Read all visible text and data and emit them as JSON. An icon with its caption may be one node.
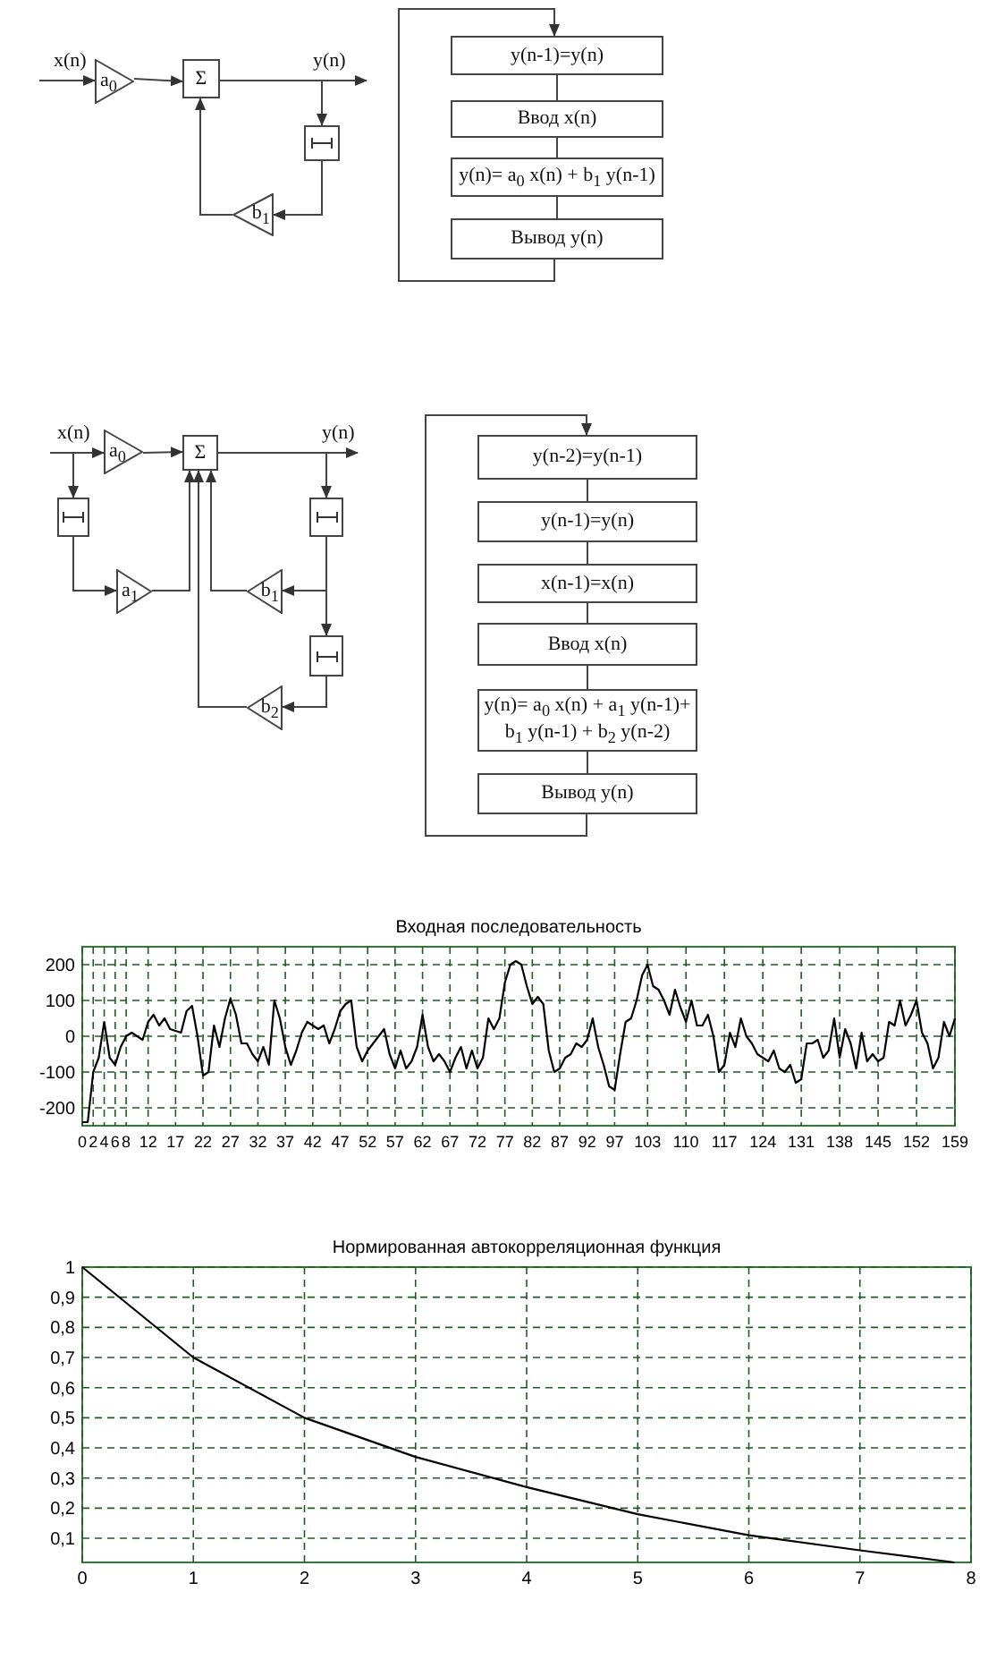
{
  "diagram": {
    "nodes": [
      {
        "text": [
          "a$_{0}$"
        ]
      },
      {
        "text": [
          "Σ"
        ]
      },
      {
        "text": [],
        "shape": "box"
      },
      {
        "text": [
          "b$_{1}$"
        ]
      },
      {
        "text": [
          "y(n-1)=y(n)"
        ]
      },
      {
        "text": [
          "Ввод x(n)"
        ]
      },
      {
        "text": [
          "y(n)= a$_{0}$ x(n) + b$_{1}$ y(n-1)"
        ]
      },
      {
        "text": [
          "Вывод y(n)"
        ]
      },
      {
        "text": [
          "a$_{0}$"
        ]
      },
      {
        "text": [
          "Σ"
        ]
      },
      {
        "text": [],
        "shape": "box"
      },
      {
        "text": [
          "a$_{1}$"
        ]
      },
      {
        "text": [],
        "shape": "box"
      },
      {
        "text": [
          "b$_{1}$"
        ]
      },
      {
        "text": [],
        "shape": "box"
      },
      {
        "text": [
          "b$_{2}$"
        ]
      },
      {
        "text": [
          "y(n-2)=y(n-1)"
        ]
      },
      {
        "text": [
          "y(n-1)=y(n)"
        ]
      },
      {
        "text": [
          "x(n-1)=x(n)"
        ]
      },
      {
        "text": [
          "Ввод x(n)"
        ]
      },
      {
        "text": [
          "y(n)= a$_{0}$ x(n) + a$_{1}$ y(n-1)+ b$_{1}$ y(n-1) + b$_{2}$ y(n-2)"
        ]
      },
      {
        "text": [
          "Вывод y(n)"
        ]
      }
    ],
    "edges": [
      {
        "from": null,
        "to": 0,
        "arrow": "to",
        "label": "x(n)"
      },
      {
        "from": 0,
        "to": 1,
        "arrow": "to"
      },
      {
        "from": 1,
        "to": null,
        "arrow": "to",
        "label": "y(n)"
      },
      {
        "from": 1,
        "to": 2,
        "arrow": "to"
      },
      {
        "from": 2,
        "to": 3,
        "arrow": "to"
      },
      {
        "from": 3,
        "to": 1,
        "arrow": "to"
      },
      {
        "from": 4,
        "to": 5,
        "arrow": "none"
      },
      {
        "from": 5,
        "to": 6,
        "arrow": "none"
      },
      {
        "from": 6,
        "to": 7,
        "arrow": "none"
      },
      {
        "from": 7,
        "to": 4,
        "arrow": "to"
      },
      {
        "from": null,
        "to": 8,
        "arrow": "to",
        "label": "x(n)"
      },
      {
        "from": null,
        "to": 10,
        "arrow": "to"
      },
      {
        "from": 8,
        "to": 9,
        "arrow": "to"
      },
      {
        "from": 10,
        "to": 11,
        "arrow": "to"
      },
      {
        "from": 11,
        "to": 9,
        "arrow": "to"
      },
      {
        "from": 9,
        "to": null,
        "arrow": "to",
        "label": "y(n)"
      },
      {
        "from": 9,
        "to": 12,
        "arrow": "to"
      },
      {
        "from": 12,
        "to": 13,
        "arrow": "to"
      },
      {
        "from": 12,
        "to": 14,
        "arrow": "to"
      },
      {
        "from": 13,
        "to": 9,
        "arrow": "to"
      },
      {
        "from": 14,
        "to": 15,
        "arrow": "to"
      },
      {
        "from": 15,
        "to": 9,
        "arrow": "to"
      },
      {
        "from": 16,
        "to": 17,
        "arrow": "none"
      },
      {
        "from": 17,
        "to": 18,
        "arrow": "none"
      },
      {
        "from": 18,
        "to": 19,
        "arrow": "none"
      },
      {
        "from": 19,
        "to": 20,
        "arrow": "none"
      },
      {
        "from": 20,
        "to": 21,
        "arrow": "none"
      },
      {
        "from": 21,
        "to": 16,
        "arrow": "to"
      }
    ],
    "chart_data": [
      {
        "type": "line",
        "title": "Входная последовательность",
        "ylim": [
          -250,
          250
        ],
        "grid": true,
        "categories": [
          "0",
          null,
          "2",
          null,
          "4",
          null,
          "6",
          null,
          "8",
          null,
          null,
          null,
          "12",
          null,
          null,
          null,
          null,
          "17",
          null,
          null,
          null,
          null,
          "22",
          null,
          null,
          null,
          null,
          "27",
          null,
          null,
          null,
          null,
          "32",
          null,
          null,
          null,
          null,
          "37",
          null,
          null,
          null,
          null,
          "42",
          null,
          null,
          null,
          null,
          "47",
          null,
          null,
          null,
          null,
          "52",
          null,
          null,
          null,
          null,
          "57",
          null,
          null,
          null,
          null,
          "62",
          null,
          null,
          null,
          null,
          "67",
          null,
          null,
          null,
          null,
          "72",
          null,
          null,
          null,
          null,
          "77",
          null,
          null,
          null,
          null,
          "82",
          null,
          null,
          null,
          null,
          "87",
          null,
          null,
          null,
          null,
          "92",
          null,
          null,
          null,
          null,
          "97",
          null,
          null,
          null,
          null,
          null,
          "103",
          null,
          null,
          null,
          null,
          null,
          null,
          "110",
          null,
          null,
          null,
          null,
          null,
          null,
          "117",
          null,
          null,
          null,
          null,
          null,
          null,
          "124",
          null,
          null,
          null,
          null,
          null,
          null,
          "131",
          null,
          null,
          null,
          null,
          null,
          null,
          "138",
          null,
          null,
          null,
          null,
          null,
          null,
          "145",
          null,
          null,
          null,
          null,
          null,
          null,
          "152",
          null,
          null,
          null,
          null,
          null,
          null,
          "159"
        ],
        "yticks": [
          -200,
          -100,
          0,
          100,
          200
        ],
        "series": [
          {
            "color": "#000000",
            "values": [
              -240,
              -240,
              -100,
              -60,
              40,
              -60,
              -80,
              -30,
              0,
              10,
              0,
              -10,
              40,
              60,
              30,
              50,
              20,
              15,
              10,
              70,
              85,
              0,
              -110,
              -100,
              30,
              -30,
              50,
              105,
              60,
              -20,
              -20,
              -50,
              -70,
              -30,
              -80,
              100,
              50,
              -30,
              -80,
              -40,
              10,
              40,
              30,
              20,
              30,
              -20,
              20,
              70,
              90,
              100,
              -30,
              -70,
              -40,
              -20,
              0,
              20,
              -50,
              -90,
              -40,
              -90,
              -70,
              -30,
              60,
              -30,
              -70,
              -50,
              -70,
              -100,
              -60,
              -30,
              -90,
              -40,
              -90,
              -60,
              50,
              20,
              50,
              150,
              200,
              210,
              200,
              140,
              90,
              110,
              90,
              -40,
              -100,
              -90,
              -60,
              -50,
              -20,
              -30,
              -10,
              50,
              -30,
              -80,
              -140,
              -150,
              -50,
              40,
              50,
              100,
              170,
              200,
              140,
              130,
              100,
              60,
              130,
              80,
              40,
              100,
              30,
              30,
              60,
              0,
              -100,
              -80,
              10,
              -30,
              50,
              0,
              -20,
              -50,
              -60,
              -70,
              -40,
              -90,
              -100,
              -80,
              -130,
              -120,
              -20,
              -20,
              -10,
              -60,
              -40,
              50,
              -60,
              20,
              -20,
              -90,
              10,
              -70,
              -50,
              -70,
              -60,
              40,
              30,
              100,
              30,
              60,
              100,
              10,
              -20,
              -90,
              -60,
              40,
              0,
              50
            ]
          }
        ]
      },
      {
        "type": "line",
        "title": "Нормированная автокорреляционная функция",
        "xlim": [
          0,
          8
        ],
        "ylim": [
          0.02,
          1
        ],
        "grid": true,
        "xticks": [
          0,
          1,
          2,
          3,
          4,
          5,
          6,
          7,
          8
        ],
        "yticks": [
          {
            "value": 0.1,
            "label": "0,1"
          },
          {
            "value": 0.2,
            "label": "0,2"
          },
          {
            "value": 0.3,
            "label": "0,3"
          },
          {
            "value": 0.4,
            "label": "0,4"
          },
          {
            "value": 0.5,
            "label": "0,5"
          },
          {
            "value": 0.6,
            "label": "0,6"
          },
          {
            "value": 0.7,
            "label": "0,7"
          },
          {
            "value": 0.8,
            "label": "0,8"
          },
          {
            "value": 0.9,
            "label": "0,9"
          },
          1
        ],
        "x": [
          0,
          1,
          2,
          3,
          4,
          5,
          6,
          7,
          7.85
        ],
        "series": [
          {
            "color": "#000000",
            "values": [
              1,
              0.7,
              0.5,
              0.37,
              0.27,
              0.18,
              0.11,
              0.06,
              0.02
            ]
          }
        ]
      }
    ]
  }
}
